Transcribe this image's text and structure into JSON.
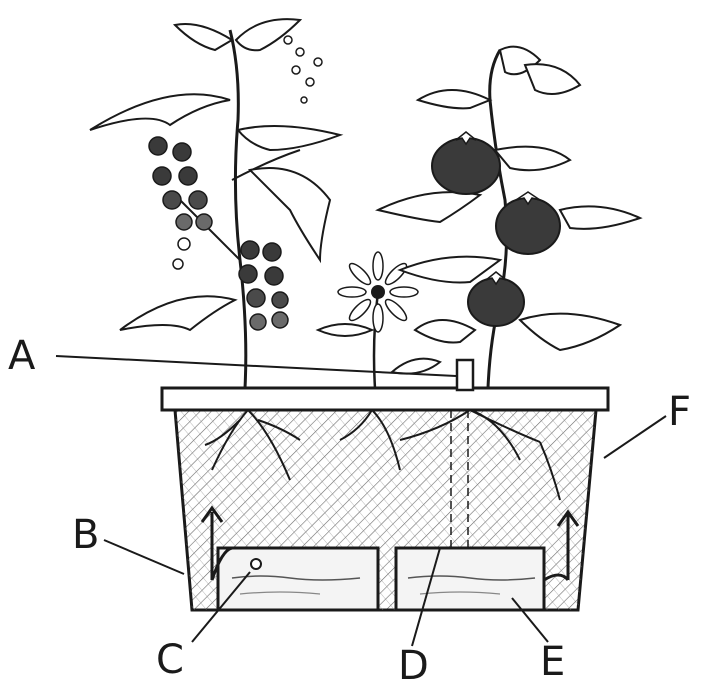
{
  "labels": {
    "a": "A",
    "b": "B",
    "c": "C",
    "d": "D",
    "e": "E",
    "f": "F"
  },
  "colors": {
    "ink": "#1a1a1a",
    "fruit": "#3a3a3a",
    "leaf": "#ffffff",
    "background": "#ffffff"
  }
}
